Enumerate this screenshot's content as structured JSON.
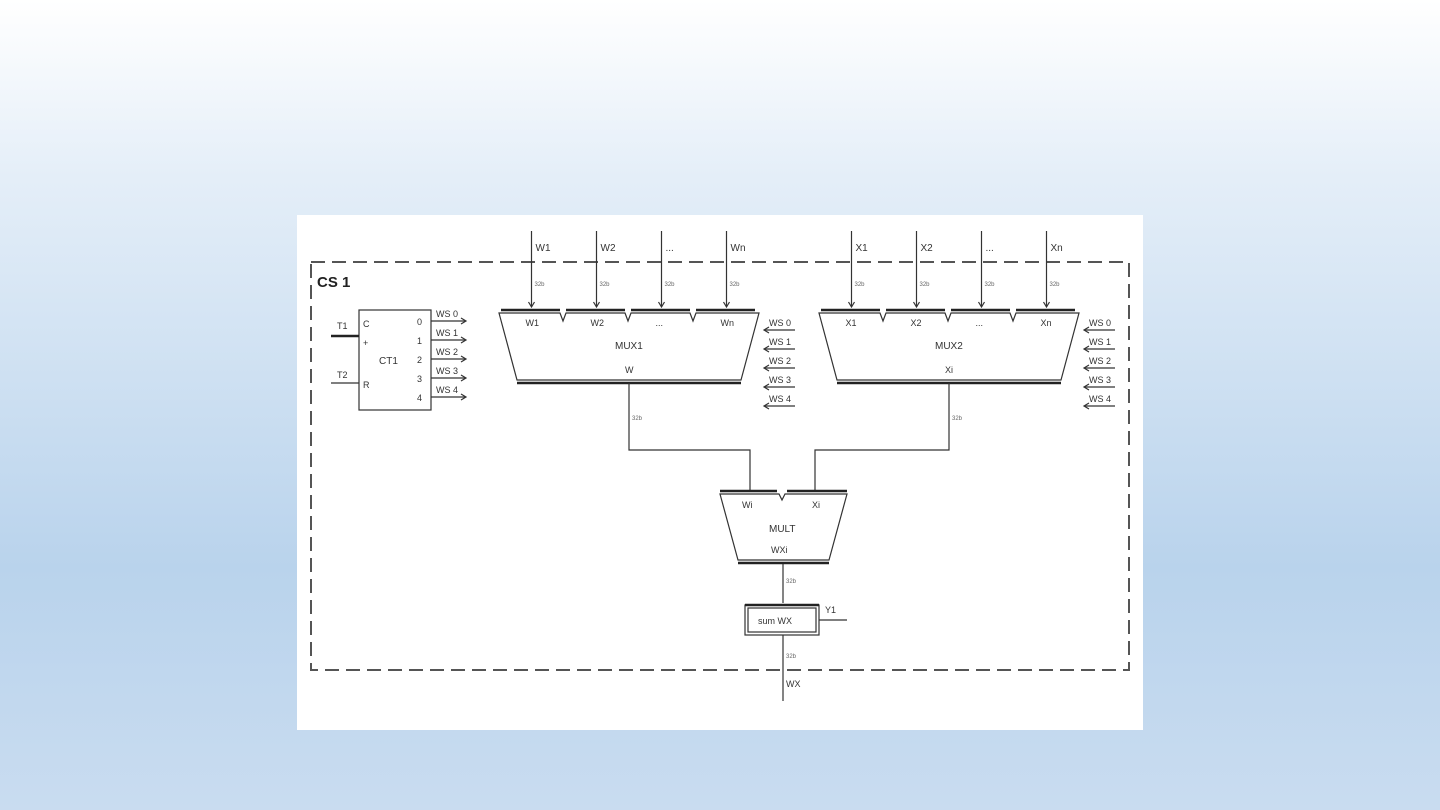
{
  "diagram": {
    "frame_label": "CS 1",
    "counter": {
      "name": "CT1",
      "input_c": "C",
      "input_r": "R",
      "input_plus": "+",
      "clk_in": "T1",
      "reset_in": "T2",
      "outputs": [
        "0",
        "1",
        "2",
        "3",
        "4"
      ],
      "out_signals": [
        "WS 0",
        "WS 1",
        "WS 2",
        "WS 3",
        "WS 4"
      ]
    },
    "mux1": {
      "name": "MUX1",
      "inputs": [
        "W1",
        "W2",
        "...",
        "Wn"
      ],
      "slots": [
        "W1",
        "W2",
        "...",
        "Wn"
      ],
      "output": "W",
      "selects": [
        "WS 0",
        "WS 1",
        "WS 2",
        "WS 3",
        "WS 4"
      ]
    },
    "mux2": {
      "name": "MUX2",
      "inputs": [
        "X1",
        "X2",
        "...",
        "Xn"
      ],
      "slots": [
        "X1",
        "X2",
        "...",
        "Xn"
      ],
      "output": "Xi",
      "selects": [
        "WS 0",
        "WS 1",
        "WS 2",
        "WS 3",
        "WS 4"
      ]
    },
    "mult": {
      "name": "MULT",
      "in_a": "Wi",
      "in_b": "Xi",
      "output": "WXi"
    },
    "accumulator": {
      "name": "sum WX",
      "control_in": "Y1",
      "output": "WX"
    }
  }
}
